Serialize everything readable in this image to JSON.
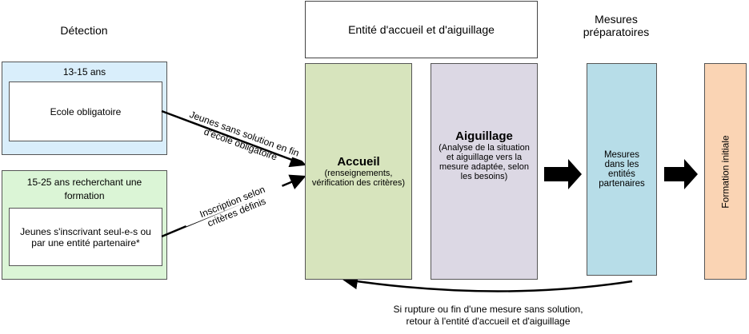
{
  "headers": {
    "detection": "Détection",
    "entite": "Entité d'accueil et d'aiguillage",
    "mesures": "Mesures préparatoires"
  },
  "group1": {
    "title": "13-15 ans",
    "inner": "Ecole obligatoire",
    "color": "#d9eefb"
  },
  "group2": {
    "title": "15-25 ans recherchant une formation",
    "inner": "Jeunes s'inscrivant seul-e-s ou par une entité partenaire*",
    "color": "#dbf5d6"
  },
  "arrows": {
    "a1_line1": "Jeunes sans solution en fin",
    "a1_line2": "d'école obligatoire",
    "a2_line1": "Inscription selon",
    "a2_line2": "critères définis"
  },
  "accueil": {
    "title": "Accueil",
    "desc": "(renseignements, vérification des critères)",
    "color": "#d7e4bd"
  },
  "aiguillage": {
    "title": "Aiguillage",
    "desc": "(Analyse de la situation et aiguillage vers la mesure adaptée, selon les besoins)",
    "color": "#dcd8e4"
  },
  "mesures": {
    "desc": "Mesures dans les entités partenaires",
    "color": "#b7dde8"
  },
  "formation": {
    "label": "Formation initiale",
    "color": "#fad4b4"
  },
  "retour": {
    "line1": "Si rupture ou fin d'une mesure sans solution,",
    "line2": "retour à l'entité d'accueil et d'aiguillage"
  }
}
